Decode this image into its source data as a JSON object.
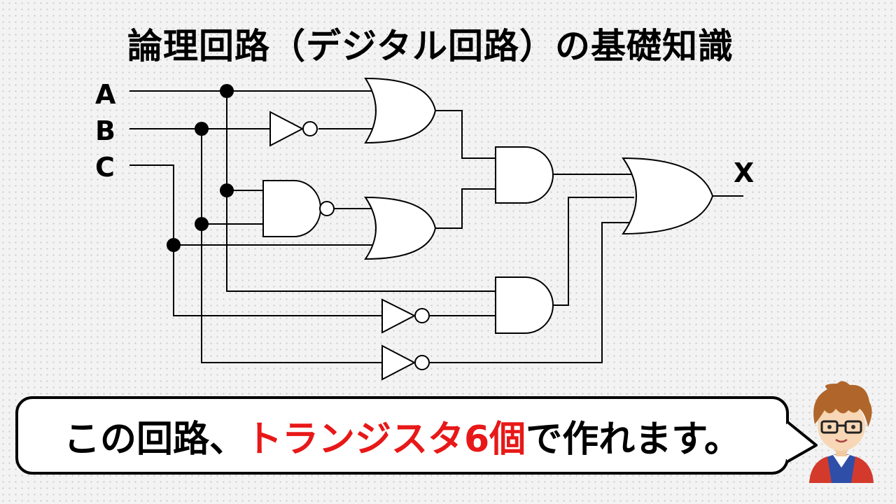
{
  "title": "論理回路（デジタル回路）の基礎知識",
  "inputs": {
    "a": "A",
    "b": "B",
    "c": "C"
  },
  "output": "X",
  "gates": [
    {
      "id": "inv-b",
      "type": "NOT"
    },
    {
      "id": "or-top",
      "type": "OR"
    },
    {
      "id": "nand-mid",
      "type": "NAND"
    },
    {
      "id": "or-mid",
      "type": "OR"
    },
    {
      "id": "and-mid",
      "type": "AND"
    },
    {
      "id": "and-low",
      "type": "AND"
    },
    {
      "id": "inv-c",
      "type": "NOT"
    },
    {
      "id": "inv-b2",
      "type": "NOT"
    },
    {
      "id": "or-final",
      "type": "OR"
    }
  ],
  "callout": {
    "prefix": "この回路、",
    "highlight": "トランジスタ6個",
    "suffix": "で作れます。"
  },
  "colors": {
    "highlight": "#e81818",
    "background": "#f3f3f3"
  },
  "avatar": {
    "icon": "boy-with-glasses-avatar"
  }
}
